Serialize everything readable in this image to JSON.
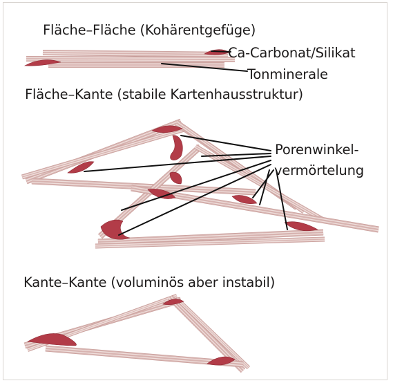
{
  "titles": {
    "face_face": "Fläche–Fläche (Kohärentgefüge)",
    "face_edge": "Fläche–Kante (stabile Kartenhausstruktur)",
    "edge_edge": "Kante–Kante (voluminös aber instabil)"
  },
  "labels": {
    "carbonate": "Ca-Carbonat/Silikat",
    "clay": "Tonminerale",
    "pore_line1": "Porenwinkel-",
    "pore_line2": "vermörtelung"
  },
  "colors": {
    "plate_fill": "#d7b3b0",
    "plate_edge": "#c49894",
    "plate_stripe": "#efdfdc",
    "cement": "#b23c48",
    "leader": "#111111",
    "text": "#1c1a1a"
  }
}
